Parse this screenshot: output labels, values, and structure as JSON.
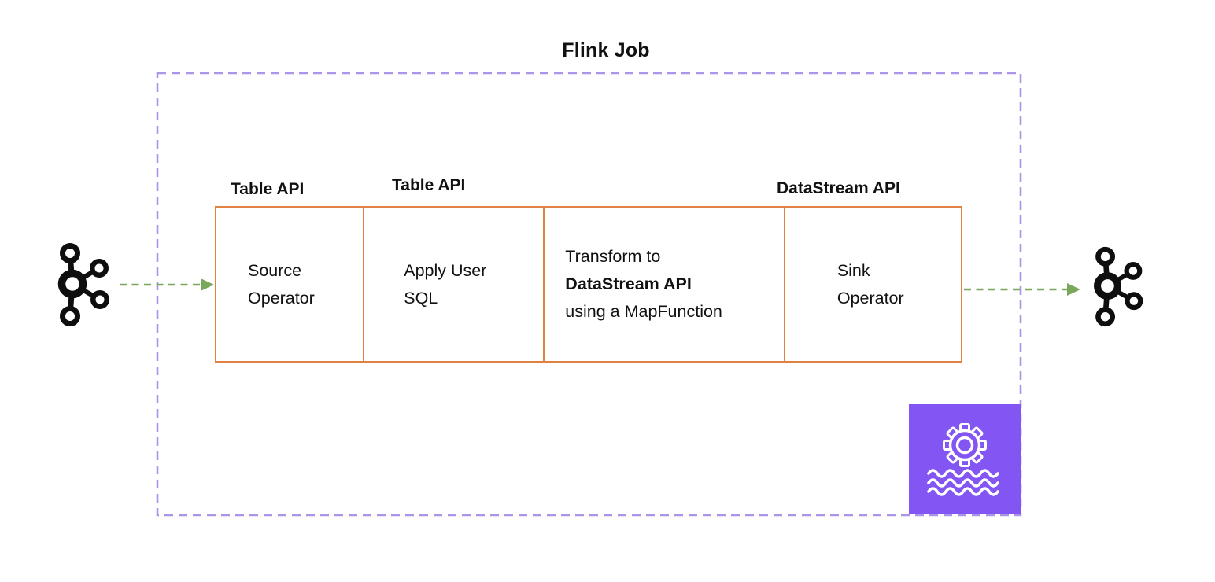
{
  "title": "Flink Job",
  "colors": {
    "box_border": "#DF8244",
    "container_border": "#AC95E8",
    "arrow_green": "#79A75C",
    "flink_icon_bg": "#8355F2",
    "kafka_icon": "#0E0E0E",
    "text": "#111111"
  },
  "pipeline": {
    "boxes": [
      {
        "api_label": "Table API",
        "lines": [
          "Source",
          "Operator"
        ]
      },
      {
        "api_label": "Table API",
        "lines": [
          "Apply User",
          "SQL"
        ]
      },
      {
        "api_label": "",
        "lines": [
          "Transform to",
          "DataStream API",
          "using a MapFunction"
        ],
        "bold_line": "DataStream API"
      },
      {
        "api_label": "DataStream API",
        "lines": [
          "Sink",
          "Operator"
        ]
      }
    ]
  },
  "icons": {
    "left": "kafka-icon",
    "right": "kafka-icon",
    "bottom_right": "managed-flink-icon"
  }
}
